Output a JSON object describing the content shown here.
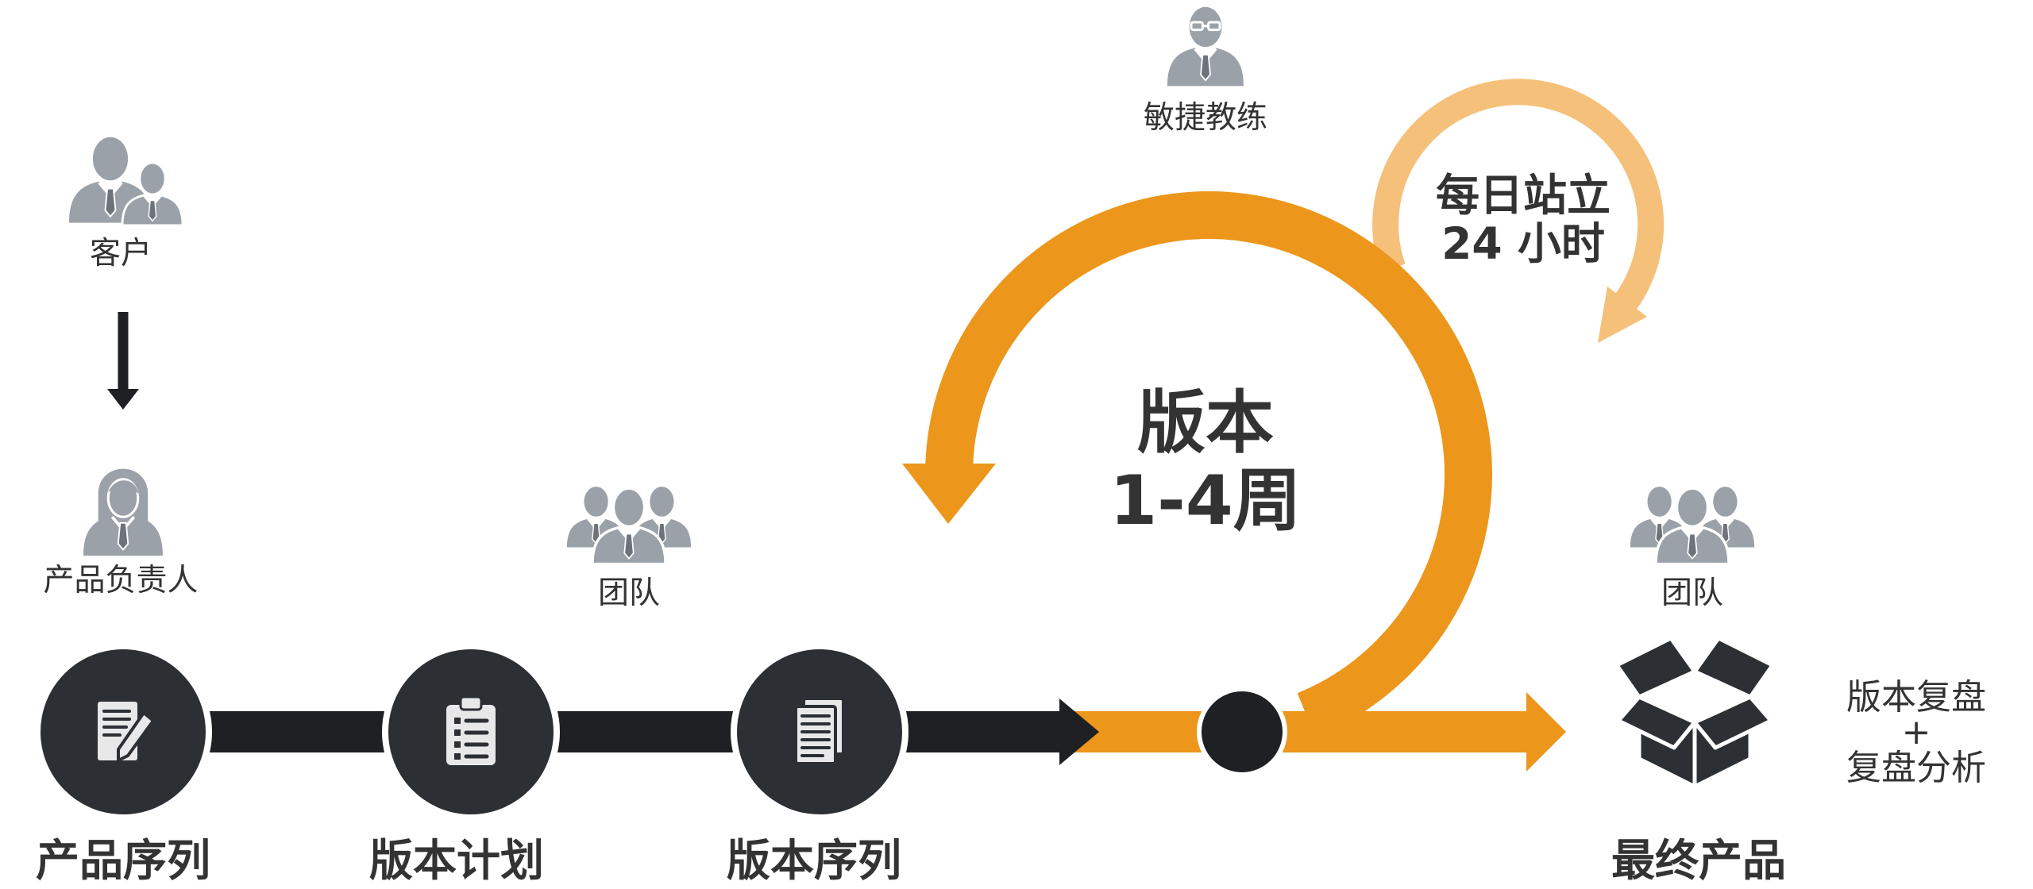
{
  "diagram": {
    "customer": {
      "label": "客户",
      "icon": "customer-icon"
    },
    "product_owner": {
      "label": "产品负责人",
      "icon": "product-owner-icon"
    },
    "agile_coach": {
      "label": "敏捷教练",
      "icon": "agile-coach-icon"
    },
    "team_sprint": {
      "label": "团队",
      "icon": "team-icon"
    },
    "team_release": {
      "label": "团队",
      "icon": "team-icon"
    },
    "stages": [
      {
        "label": "产品序列",
        "icon": "document-edit-icon"
      },
      {
        "label": "版本计划",
        "icon": "clipboard-list-icon"
      },
      {
        "label": "版本序列",
        "icon": "document-stack-icon"
      },
      {
        "label": "最终产品",
        "icon": "open-box-icon"
      }
    ],
    "sprint_cycle": {
      "line1": "版本",
      "line2": "1-4周"
    },
    "daily_cycle": {
      "line1": "每日站立",
      "line2": "24 小时"
    },
    "review": {
      "line1": "版本复盘",
      "line2": "+",
      "line3": "复盘分析"
    }
  },
  "colors": {
    "orange": "#EC961C",
    "light_orange": "#F5C07A",
    "dark": "#2C2F34",
    "bar": "#1E2023",
    "person_gray": "#9BA1A9",
    "icon_light": "#E8E8E8",
    "text": "#333333"
  }
}
